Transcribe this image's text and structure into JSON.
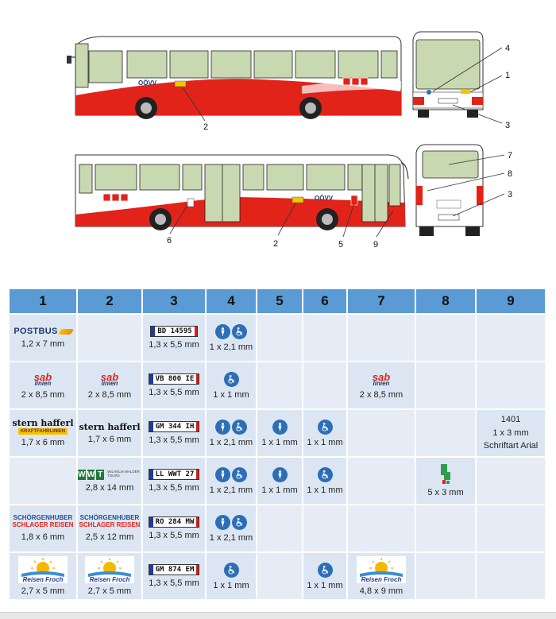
{
  "diagram": {
    "livery_text": "OÖVV",
    "callouts": {
      "c1": "1",
      "c2a": "2",
      "c2b": "2",
      "c3a": "3",
      "c3b": "3",
      "c4": "4",
      "c5": "5",
      "c6": "6",
      "c7": "7",
      "c8": "8",
      "c9": "9"
    }
  },
  "colors": {
    "header_blue": "#5b9bd5",
    "cell_bg": "#dce6f2",
    "livery_red": "#e2231a"
  },
  "table": {
    "headers": [
      "1",
      "2",
      "3",
      "4",
      "5",
      "6",
      "7",
      "8",
      "9"
    ],
    "rows": [
      {
        "c1": {
          "logo": "POSTBUS",
          "size": "1,2 x 7 mm"
        },
        "c3": {
          "plate": "BD 14595",
          "size": "1,3 x 5,5 mm"
        },
        "c4": {
          "icons": [
            "person-icon",
            "wheelchair-icon"
          ],
          "size": "1 x 2,1 mm"
        }
      },
      {
        "c1": {
          "logo": "sab",
          "logo_sub": "linien",
          "size": "2 x 8,5 mm"
        },
        "c2": {
          "logo": "sab",
          "logo_sub": "linien",
          "size": "2 x 8,5 mm"
        },
        "c3": {
          "plate": "VB 800 IE",
          "size": "1,3 x 5,5 mm"
        },
        "c4": {
          "icons": [
            "wheelchair-icon"
          ],
          "size": "1 x 1 mm"
        },
        "c7": {
          "logo": "sab",
          "logo_sub": "linien",
          "size": "2 x 8,5 mm"
        }
      },
      {
        "c1": {
          "logo": "stern hafferl",
          "logo_sub": "KRAFTFAHRLINIEN",
          "size": "1,7 x 6 mm"
        },
        "c2": {
          "logo": "stern hafferl",
          "size": "1,7 x 6 mm"
        },
        "c3": {
          "plate": "GM 344 IH",
          "size": "1,3 x 5,5 mm"
        },
        "c4": {
          "icons": [
            "person-icon",
            "wheelchair-icon"
          ],
          "size": "1 x 2,1 mm"
        },
        "c5": {
          "icons": [
            "person-icon"
          ],
          "size": "1 x 1 mm"
        },
        "c6": {
          "icons": [
            "wheelchair-icon"
          ],
          "size": "1 x 1 mm"
        },
        "c9": {
          "line1": "1401",
          "line2": "1 x 3 mm",
          "line3": "Schriftart Arial"
        }
      },
      {
        "c2": {
          "logo": "WWT",
          "logo_sub": "WILHELM WALDER TOURS",
          "size": "2,8 x 14 mm"
        },
        "c3": {
          "plate": "LL WWT 27",
          "size": "1,3 x 5,5 mm"
        },
        "c4": {
          "icons": [
            "person-icon",
            "wheelchair-icon"
          ],
          "size": "1 x 2,1 mm"
        },
        "c5": {
          "icons": [
            "person-icon"
          ],
          "size": "1 x 1 mm"
        },
        "c6": {
          "icons": [
            "wheelchair-icon"
          ],
          "size": "1 x 1 mm"
        },
        "c8": {
          "icon": "green-exit-sign-icon",
          "size": "5 x 3 mm"
        }
      },
      {
        "c1": {
          "logo_a": "SCHÖRGENHUBER",
          "logo_b": "SCHLAGER REISEN",
          "size": "1,8 x 6 mm"
        },
        "c2": {
          "logo_a": "SCHÖRGENHUBER",
          "logo_b": "SCHLAGER REISEN",
          "size": "2,5 x 12 mm"
        },
        "c3": {
          "plate": "RO 284 MW",
          "size": "1,3 x 5,5 mm"
        },
        "c4": {
          "icons": [
            "person-icon",
            "wheelchair-icon"
          ],
          "size": "1 x 2,1 mm"
        }
      },
      {
        "c1": {
          "logo": "Reisen Froch",
          "size": "2,7 x 5 mm"
        },
        "c2": {
          "logo": "Reisen Froch",
          "size": "2,7 x 5 mm"
        },
        "c3": {
          "plate": "GM 874 EM",
          "size": "1,3 x 5,5 mm"
        },
        "c4": {
          "icons": [
            "wheelchair-icon"
          ],
          "size": "1 x 1 mm"
        },
        "c6": {
          "icons": [
            "wheelchair-icon"
          ],
          "size": "1 x 1 mm"
        },
        "c7": {
          "logo": "Reisen Froch",
          "size": "4,8 x 9 mm"
        }
      }
    ]
  }
}
